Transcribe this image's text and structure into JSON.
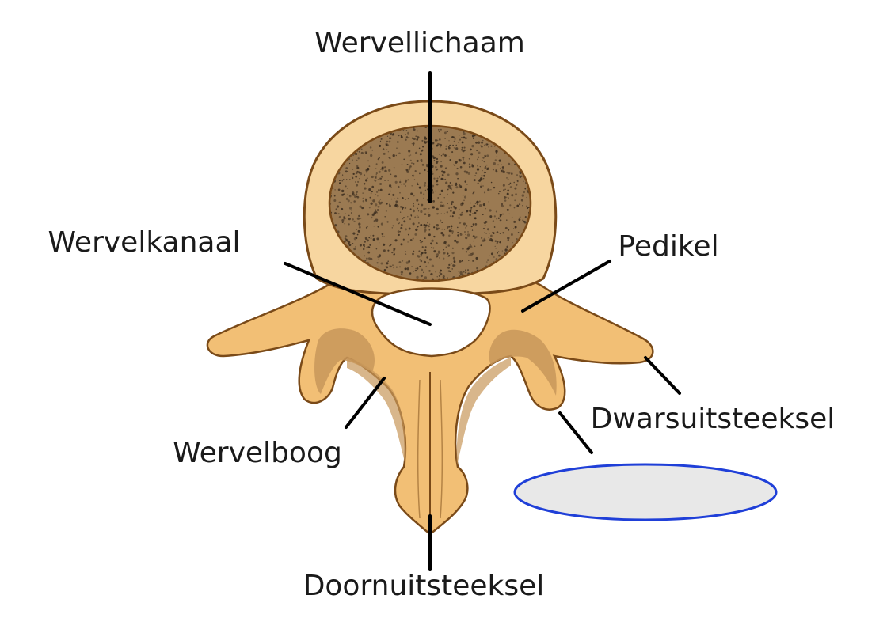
{
  "labels": {
    "body": "Wervellichaam",
    "canal": "Wervelkanaal",
    "pedicle": "Pedikel",
    "transverse": "Dwarsuitsteeksel",
    "arch": "Wervelboog",
    "spinous": "Doornuitsteeksel"
  },
  "colors": {
    "bone_fill": "#f2bf75",
    "bone_light": "#f7d6a0",
    "bone_shadow": "#c8975a",
    "bone_outline": "#7a4a18",
    "spongy_fill": "#9b7a52",
    "spongy_dots": "#3a2c1e",
    "ellipse_fill": "#e8e8e8",
    "ellipse_stroke": "#1f3fd8"
  }
}
